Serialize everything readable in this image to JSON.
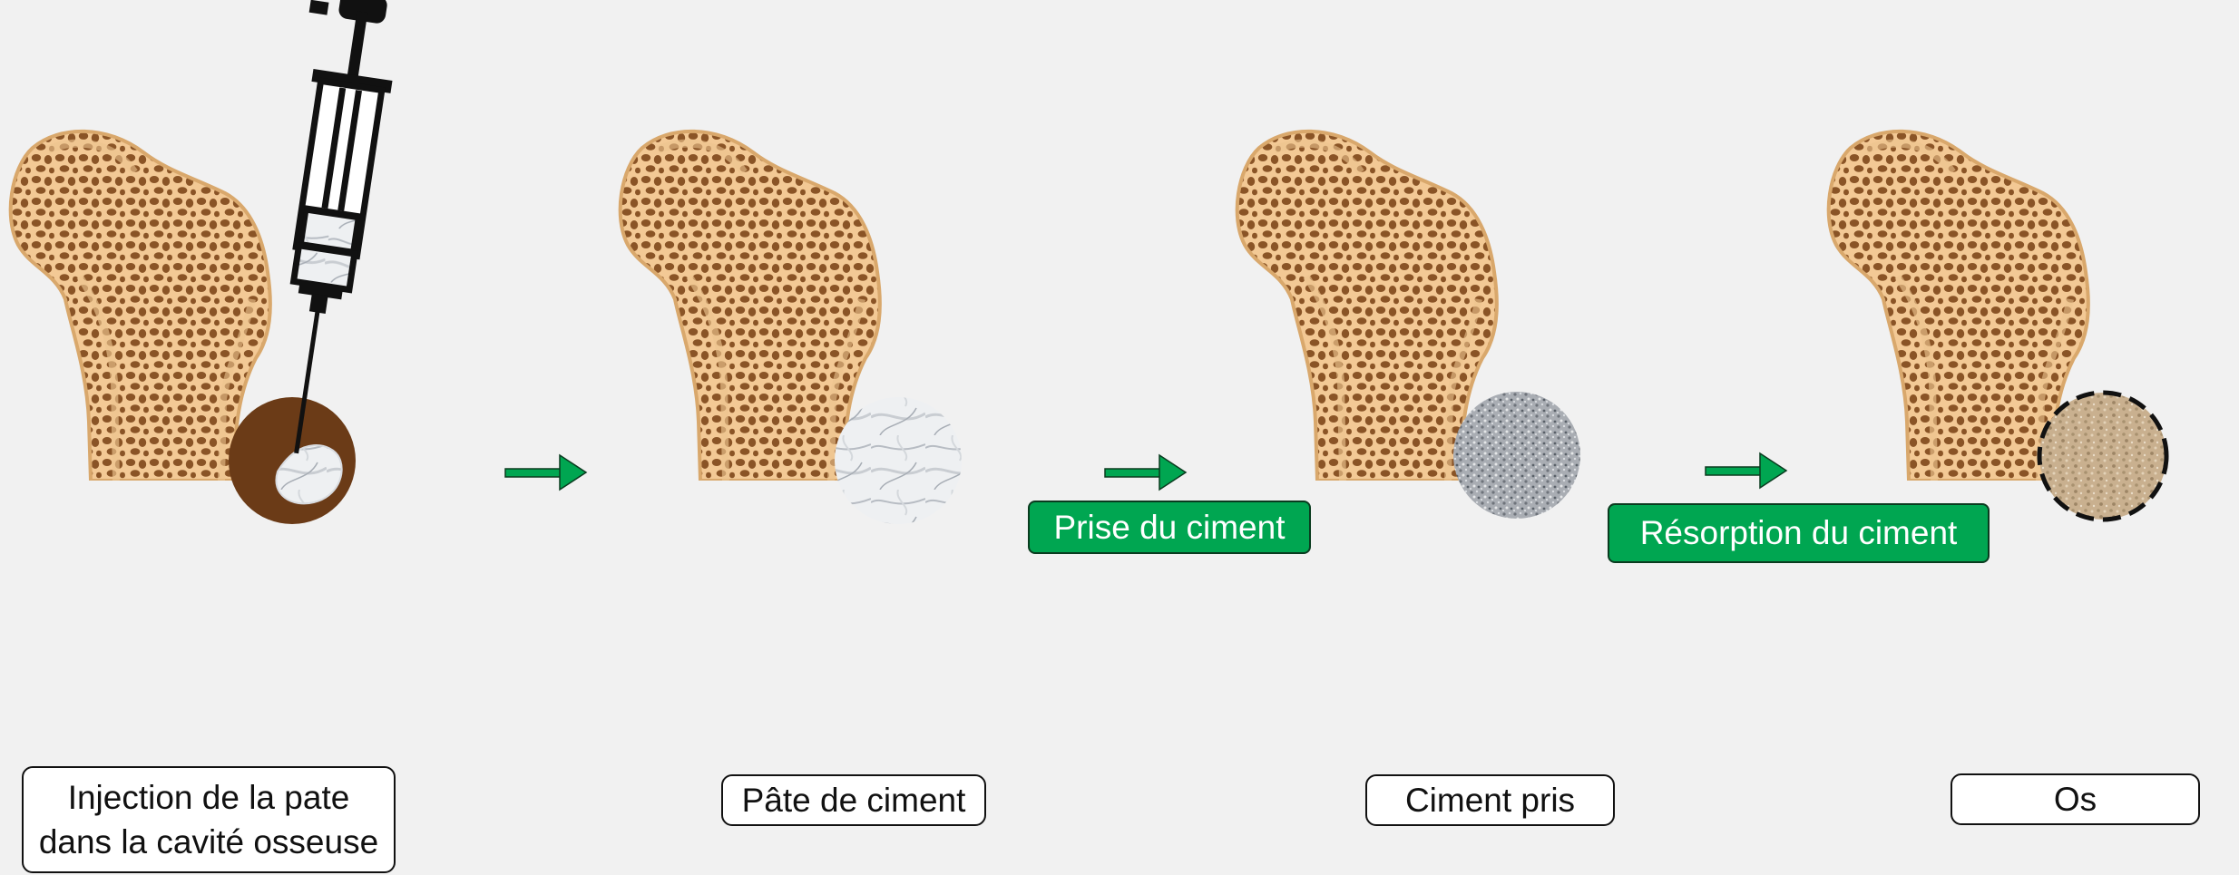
{
  "colors": {
    "background": "#f1f1f1",
    "bone_fill": "#f3c995",
    "bone_outline": "#d9a86c",
    "trabecular_pores": "#8a5426",
    "cavity": "#6b3b17",
    "arrow_green": "#00a651",
    "step_box_green": "#00a651"
  },
  "icons": [
    "syringe-icon",
    "arrow-right-icon"
  ],
  "panels": [
    {
      "label_lines": [
        "Injection de la pate",
        "dans la cavité osseuse"
      ],
      "filling": "injected-paste"
    },
    {
      "label_lines": [
        "Pâte de ciment"
      ],
      "filling": "cement-paste"
    },
    {
      "label_lines": [
        "Ciment pris"
      ],
      "filling": "set-cement"
    },
    {
      "label_lines": [
        "Os"
      ],
      "filling": "new-bone"
    }
  ],
  "steps": [
    {
      "label": ""
    },
    {
      "label": "Prise du ciment"
    },
    {
      "label": "Résorption du ciment"
    }
  ]
}
